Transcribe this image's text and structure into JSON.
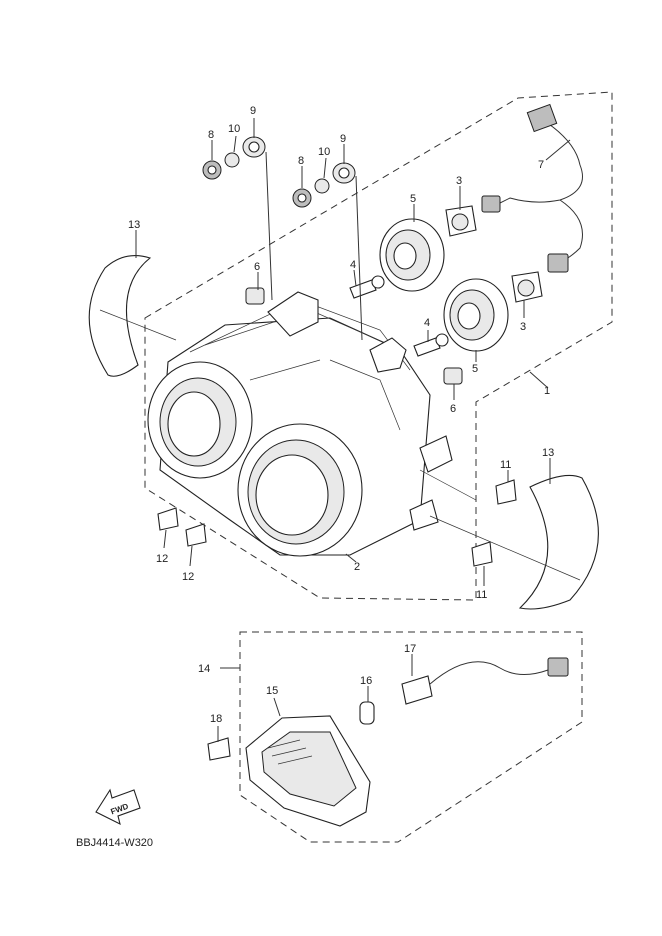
{
  "diagram_code": "BBJ4414-W320",
  "fwd_label": "FWD",
  "callouts": {
    "c1": "1",
    "c2": "2",
    "c3a": "3",
    "c3b": "3",
    "c4a": "4",
    "c4b": "4",
    "c5a": "5",
    "c5b": "5",
    "c6a": "6",
    "c6b": "6",
    "c7": "7",
    "c8a": "8",
    "c8b": "8",
    "c9a": "9",
    "c9b": "9",
    "c10a": "10",
    "c10b": "10",
    "c11a": "11",
    "c11b": "11",
    "c12a": "12",
    "c12b": "12",
    "c13a": "13",
    "c13b": "13",
    "c14": "14",
    "c15": "15",
    "c16": "16",
    "c17": "17",
    "c18": "18"
  }
}
